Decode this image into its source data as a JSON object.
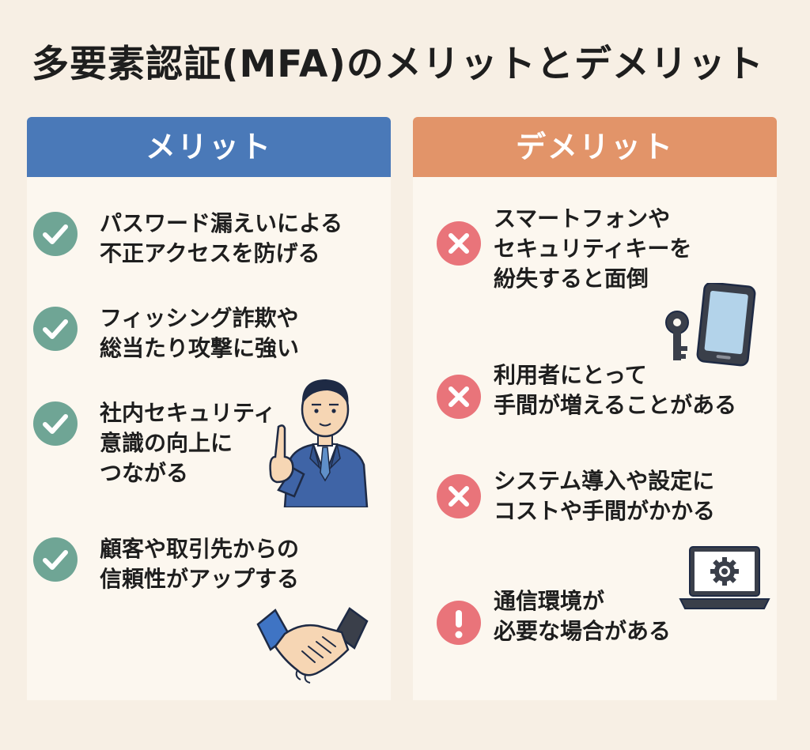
{
  "title": "多要素認証(MFA)のメリットとデメリット",
  "merits": {
    "header": "メリット",
    "items": [
      {
        "line1": "パスワード漏えいによる",
        "line2": "不正アクセスを防げる",
        "line3": ""
      },
      {
        "line1": "フィッシング詐欺や",
        "line2": "総当たり攻撃に強い",
        "line3": ""
      },
      {
        "line1": "社内セキュリティ",
        "line2": "意識の向上に",
        "line3": "つながる"
      },
      {
        "line1": "顧客や取引先からの",
        "line2": "信頼性がアップする",
        "line3": ""
      }
    ]
  },
  "demerits": {
    "header": "デメリット",
    "items": [
      {
        "line1": "スマートフォンや",
        "line2": "セキュリティキーを",
        "line3": "紛失すると面倒"
      },
      {
        "line1": "利用者にとって",
        "line2": "手間が増えることがある",
        "line3": ""
      },
      {
        "line1": "システム導入や設定に",
        "line2": "コストや手間がかかる",
        "line3": ""
      },
      {
        "line1": "通信環境が",
        "line2": "必要な場合がある",
        "line3": ""
      }
    ]
  },
  "colors": {
    "merit_header": "#4a79b8",
    "demerit_header": "#e29469",
    "check_icon": "#6fa595",
    "cross_icon": "#e9747a",
    "background": "#f7efe4"
  }
}
